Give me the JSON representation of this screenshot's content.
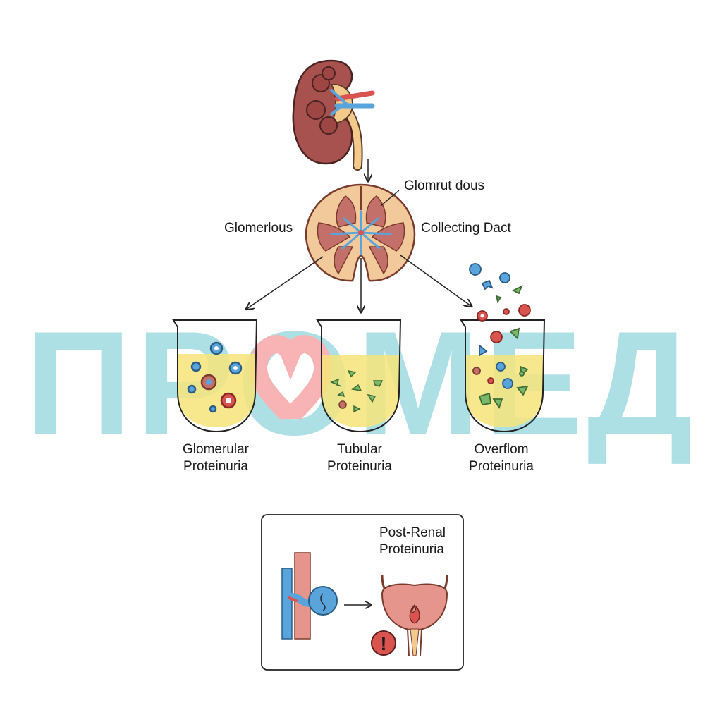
{
  "labels": {
    "top_right": "Glomrut dous",
    "left": "Glomerlous",
    "right": "Collecting Dact"
  },
  "tubes": [
    {
      "name": "glomerular",
      "line1": "Glomerular",
      "line2": "Proteinuria"
    },
    {
      "name": "tubular",
      "line1": "Tubular",
      "line2": "Proteinuria"
    },
    {
      "name": "overflow",
      "line1": "Overflom",
      "line2": "Proteinuria"
    }
  ],
  "post_renal": {
    "line1": "Post-Renal",
    "line2": "Proteinuria"
  },
  "watermark": {
    "text": "ПРОМЕД",
    "color": "#9fdbe0",
    "heart_color": "#f7a8a8"
  },
  "colors": {
    "kidney": "#a8524f",
    "kidney_outline": "#4a2322",
    "cortex": "#f1c99a",
    "vein": "#5aa4dc",
    "artery": "#d9534f",
    "urine": "#f6e47a",
    "bladder": "#e6958c"
  }
}
